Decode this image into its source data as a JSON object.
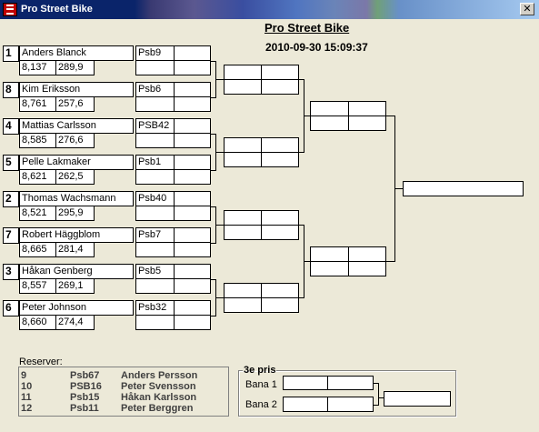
{
  "window": {
    "title": "Pro Street Bike",
    "close_glyph": "✕"
  },
  "header": {
    "event_title": "Pro Street Bike",
    "timestamp": "2010-09-30 15:09:37"
  },
  "entries": [
    {
      "seed": "1",
      "name": "Anders Blanck",
      "et": "8,137",
      "speed": "289,9",
      "class": "Psb9"
    },
    {
      "seed": "8",
      "name": "Kim Eriksson",
      "et": "8,761",
      "speed": "257,6",
      "class": "Psb6"
    },
    {
      "seed": "4",
      "name": "Mattias Carlsson",
      "et": "8,585",
      "speed": "276,6",
      "class": "PSB42"
    },
    {
      "seed": "5",
      "name": "Pelle Lakmaker",
      "et": "8,621",
      "speed": "262,5",
      "class": "Psb1"
    },
    {
      "seed": "2",
      "name": "Thomas Wachsmann",
      "et": "8,521",
      "speed": "295,9",
      "class": "Psb40"
    },
    {
      "seed": "7",
      "name": "Robert Häggblom",
      "et": "8,665",
      "speed": "281,4",
      "class": "Psb7"
    },
    {
      "seed": "3",
      "name": "Håkan Genberg",
      "et": "8,557",
      "speed": "269,1",
      "class": "Psb5"
    },
    {
      "seed": "6",
      "name": "Peter Johnson",
      "et": "8,660",
      "speed": "274,4",
      "class": "Psb32"
    }
  ],
  "reserves": {
    "label": "Reserver:",
    "rows": [
      {
        "num": "9",
        "class": "Psb67",
        "name": "Anders Persson"
      },
      {
        "num": "10",
        "class": "PSB16",
        "name": "Peter Svensson"
      },
      {
        "num": "11",
        "class": "Psb15",
        "name": "Håkan Karlsson"
      },
      {
        "num": "12",
        "class": "Psb11",
        "name": "Peter Berggren"
      }
    ]
  },
  "third_place": {
    "label": "3e pris",
    "lane1": "Bana 1",
    "lane2": "Bana 2"
  },
  "colors": {
    "face": "#ece9d8",
    "titlebar_start": "#0a246a",
    "titlebar_end": "#a6caf0",
    "field": "#ffffff"
  }
}
